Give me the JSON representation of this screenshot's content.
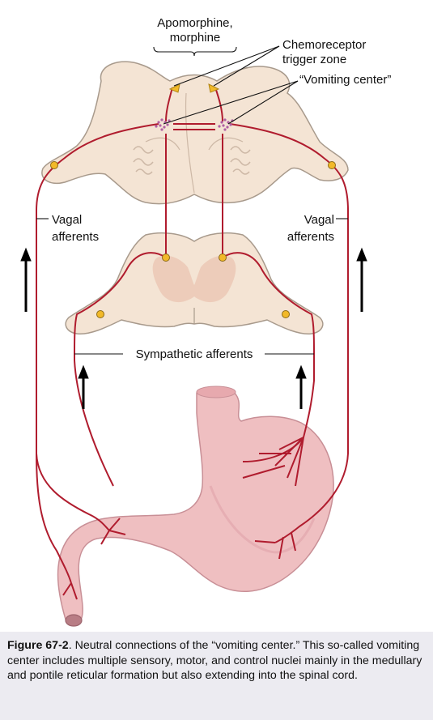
{
  "labels": {
    "drugs_line1": "Apomorphine,",
    "drugs_line2": "morphine",
    "ctz_line1": "Chemoreceptor",
    "ctz_line2": "trigger zone",
    "vomiting_center": "“Vomiting center”",
    "vagal_left_line1": "Vagal",
    "vagal_left_line2": "afferents",
    "vagal_right_line1": "Vagal",
    "vagal_right_line2": "afferents",
    "sympathetic": "Sympathetic afferents"
  },
  "caption": {
    "figure_number": "Figure 67-2",
    "text": ". Neutral connections of the “vomiting center.” This so-called vomiting center includes multiple sensory, motor, and control nuclei mainly in the medullary and pontile reticular formation but also extending into the spinal cord."
  },
  "colors": {
    "tissue": "#f4e4d4",
    "tissue_outline": "#a89a8c",
    "nerve": "#b01c2e",
    "nucleus": "#f2b929",
    "stomach": "#efbfc1",
    "stomach_shadow": "#d99da3",
    "arrow": "#000000"
  }
}
